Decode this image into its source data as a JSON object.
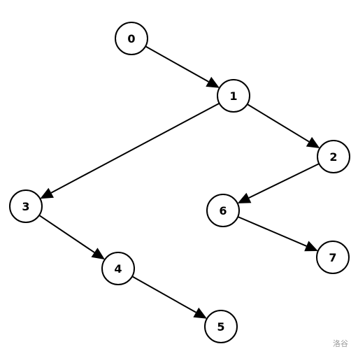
{
  "graph": {
    "nodes": [
      {
        "id": "0",
        "label": "0"
      },
      {
        "id": "1",
        "label": "1"
      },
      {
        "id": "2",
        "label": "2"
      },
      {
        "id": "3",
        "label": "3"
      },
      {
        "id": "4",
        "label": "4"
      },
      {
        "id": "5",
        "label": "5"
      },
      {
        "id": "6",
        "label": "6"
      },
      {
        "id": "7",
        "label": "7"
      }
    ],
    "edges": [
      {
        "from": "0",
        "to": "1"
      },
      {
        "from": "1",
        "to": "2"
      },
      {
        "from": "1",
        "to": "3"
      },
      {
        "from": "2",
        "to": "6"
      },
      {
        "from": "3",
        "to": "4"
      },
      {
        "from": "4",
        "to": "5"
      },
      {
        "from": "6",
        "to": "7"
      }
    ],
    "colors": {
      "stroke": "#000000",
      "fill": "#ffffff",
      "watermark": "#9a9a9a"
    }
  },
  "watermark": {
    "text": "洛谷"
  }
}
